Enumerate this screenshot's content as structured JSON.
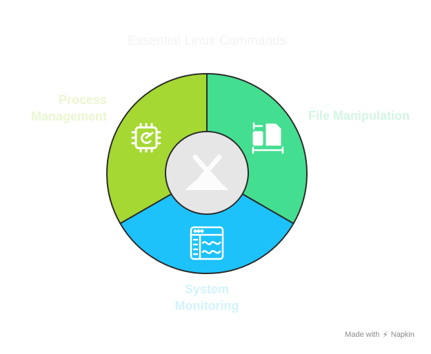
{
  "title": "Essential Linux Commands",
  "segments": {
    "process": {
      "label_line1": "Process",
      "label_line2": "Management",
      "color": "#a5d832",
      "icon": "cpu-icon"
    },
    "file": {
      "label": "File Manipulation",
      "color": "#44de90",
      "icon": "file-manipulation-icon"
    },
    "system": {
      "label_line1": "System",
      "label_line2": "Monitoring",
      "color": "#1dc2fa",
      "icon": "monitoring-window-icon"
    }
  },
  "center": {
    "color": "#e6e6e6",
    "icon": "linux-mint-logo-icon"
  },
  "footer": {
    "made_with": "Made with",
    "brand": "Napkin",
    "icon": "napkin-logo-icon"
  }
}
